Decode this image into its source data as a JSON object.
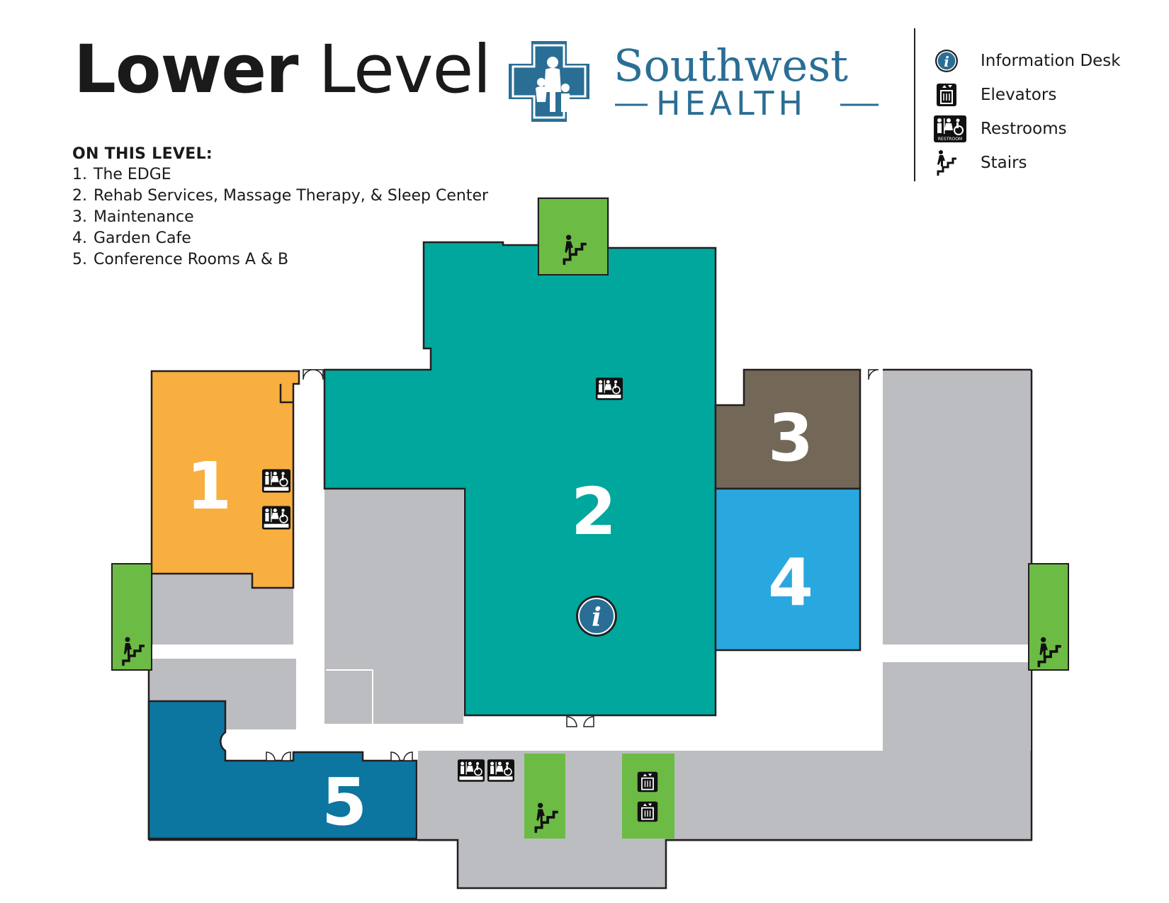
{
  "title": {
    "bold": "Lower",
    "light": "Level"
  },
  "brand": {
    "name": "Southwest",
    "sub": "HEALTH"
  },
  "legend": [
    {
      "icon": "information-desk-icon",
      "label": "Information Desk"
    },
    {
      "icon": "elevator-icon",
      "label": "Elevators"
    },
    {
      "icon": "restroom-icon",
      "label": "Restrooms"
    },
    {
      "icon": "stairs-icon",
      "label": "Stairs"
    }
  ],
  "on_this_level": {
    "heading": "ON THIS LEVEL:",
    "items": [
      {
        "num": "1.",
        "label": "The EDGE"
      },
      {
        "num": "2.",
        "label": "Rehab Services, Massage Therapy, & Sleep Center"
      },
      {
        "num": "3.",
        "label": "Maintenance"
      },
      {
        "num": "4.",
        "label": "Garden Cafe"
      },
      {
        "num": "5.",
        "label": "Conference Rooms A & B"
      }
    ]
  },
  "rooms": [
    {
      "id": "1",
      "label": "1",
      "color": "#F9AE40"
    },
    {
      "id": "2",
      "label": "2",
      "color": "#00A79D"
    },
    {
      "id": "3",
      "label": "3",
      "color": "#736857"
    },
    {
      "id": "4",
      "label": "4",
      "color": "#29A8E0"
    },
    {
      "id": "5",
      "label": "5",
      "color": "#0C75A0"
    }
  ],
  "restroom_tag": "RESTROOM",
  "info_glyph": "i",
  "colors": {
    "corridor": "#BCBDC0",
    "stairs": "#6CBB45",
    "brand": "#2A6E95",
    "outline": "#231F20"
  }
}
